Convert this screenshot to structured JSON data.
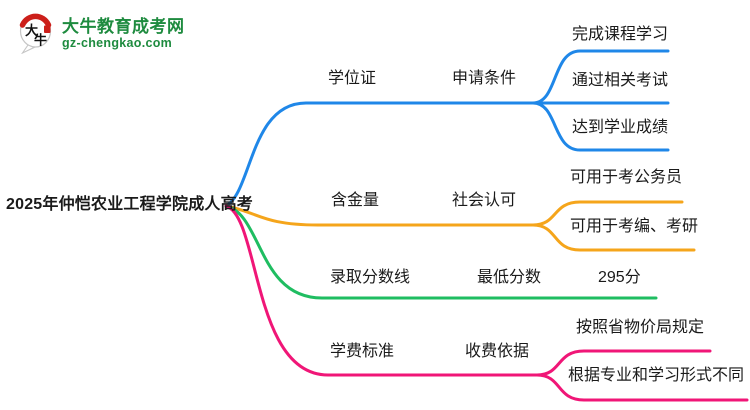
{
  "site": {
    "logo_title": "大牛教育成考网",
    "logo_domain": "gz-chengkao.com",
    "logo_icon_chars": [
      "大",
      "牛"
    ]
  },
  "colors": {
    "brand_green": "#1e8b3f",
    "logo_red": "#cc1f1a",
    "branch_degree": "#1f87e8",
    "branch_value": "#f5a51b",
    "branch_score": "#1fbd61",
    "branch_tuition": "#f01677",
    "text": "#1a1a1a"
  },
  "mindmap": {
    "root": "2025年仲恺农业工程学院成人高考",
    "branches": [
      {
        "id": "degree",
        "label": "学位证",
        "sub_label": "申请条件",
        "leaves": [
          "完成课程学习",
          "通过相关考试",
          "达到学业成绩"
        ]
      },
      {
        "id": "value",
        "label": "含金量",
        "sub_label": "社会认可",
        "leaves": [
          "可用于考公务员",
          "可用于考编、考研"
        ]
      },
      {
        "id": "score",
        "label": "录取分数线",
        "sub_label": "最低分数",
        "leaves": [
          "295分"
        ]
      },
      {
        "id": "tuition",
        "label": "学费标准",
        "sub_label": "收费依据",
        "leaves": [
          "按照省物价局规定",
          "根据专业和学习形式不同"
        ]
      }
    ]
  }
}
